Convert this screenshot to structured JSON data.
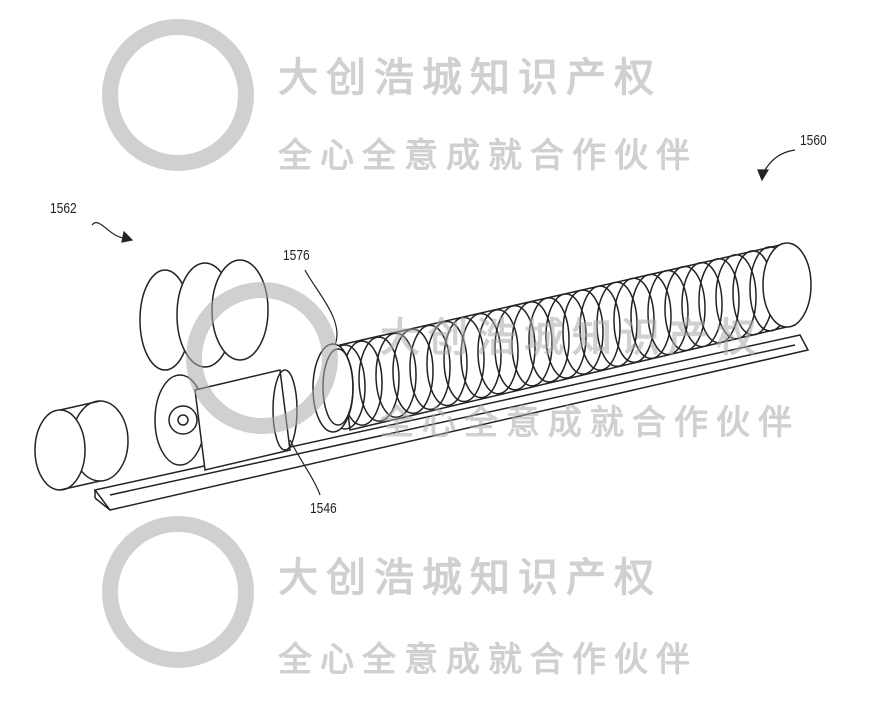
{
  "figure": {
    "labels": {
      "assembly": "1560",
      "subassembly": "1562",
      "ring": "1576",
      "tube": "1546"
    }
  },
  "watermark": {
    "line1": "大创浩城知识产权",
    "line2": "全心全意成就合作伙伴",
    "color": "#aaaaaa"
  }
}
